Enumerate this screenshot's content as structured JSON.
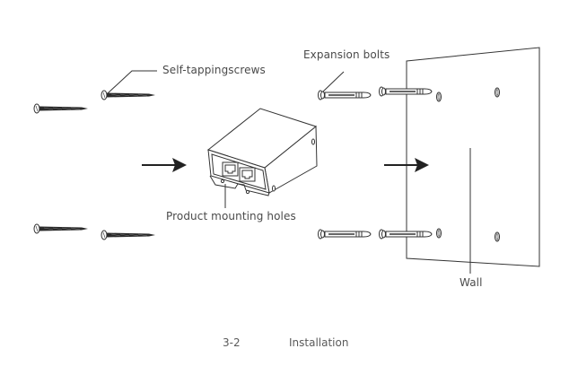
{
  "diagram": {
    "labels": {
      "self_tapping_screws": "Self-tappingscrews",
      "expansion_bolts": "Expansion bolts",
      "product_mounting_holes": "Product mounting holes",
      "wall": "Wall"
    },
    "components": {
      "self_tapping_screws_count": 4,
      "expansion_bolts_count": 4,
      "wall_holes_count": 4,
      "device_ports_count": 2
    },
    "colors": {
      "line": "#333333",
      "screw_body": "#2b2b2b",
      "text": "#4a4a4a"
    }
  },
  "footer": {
    "page_number": "3-2",
    "section_title": "Installation"
  }
}
